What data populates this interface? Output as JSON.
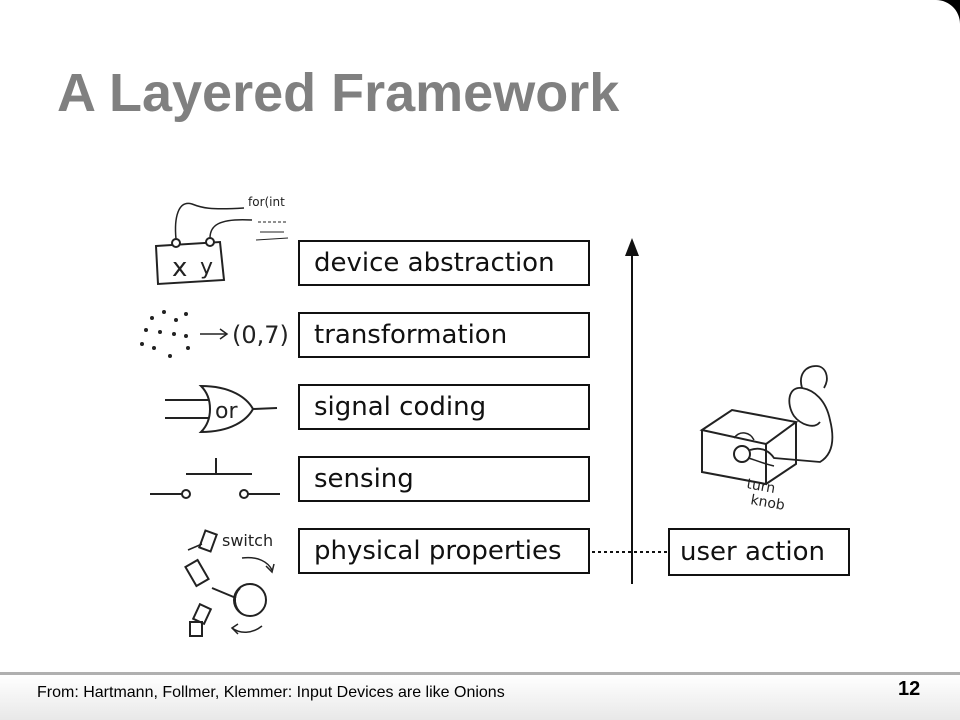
{
  "slide": {
    "title": "A Layered Framework",
    "layers": [
      "device abstraction",
      "transformation",
      "signal coding",
      "sensing",
      "physical properties"
    ],
    "user_action": "user action",
    "sketch_labels": {
      "code": "for(int",
      "x": "x",
      "y": "y",
      "coordinate": "(0,7)",
      "or_gate": "or",
      "switch": "switch",
      "turn": "turn",
      "knob": "knob"
    },
    "footer": "From: Hartmann, Follmer, Klemmer: Input Devices are like Onions",
    "page_number": "12"
  },
  "colors": {
    "title": "#808080",
    "ink": "#111111",
    "background": "#ffffff",
    "frame": "#000000"
  }
}
